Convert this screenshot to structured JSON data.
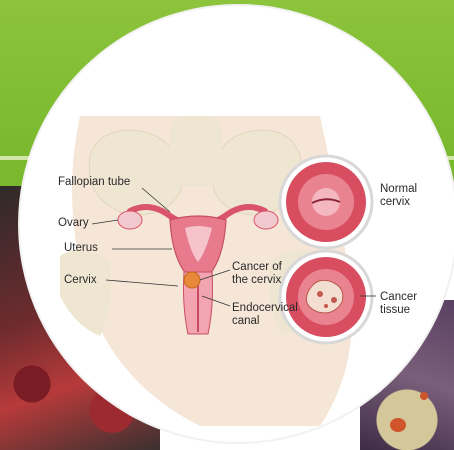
{
  "labels": {
    "fallopian_tube": "Fallopian tube",
    "ovary": "Ovary",
    "uterus": "Uterus",
    "cervix": "Cervix",
    "cancer_line1": "Cancer of",
    "cancer_line2": "the cervix",
    "endo_line1": "Endocervical",
    "endo_line2": "canal",
    "normal_line1": "Normal",
    "normal_line2": "cervix",
    "tissue_line1": "Cancer",
    "tissue_line2": "tissue"
  },
  "colors": {
    "banner_green": "#7ab92e",
    "uterus_pink": "#e77a8c",
    "cervix_pink": "#f2a4b0",
    "cancer_orange": "#e8893a",
    "bone": "#efe6d2",
    "body_skin": "#f3e2d3"
  }
}
